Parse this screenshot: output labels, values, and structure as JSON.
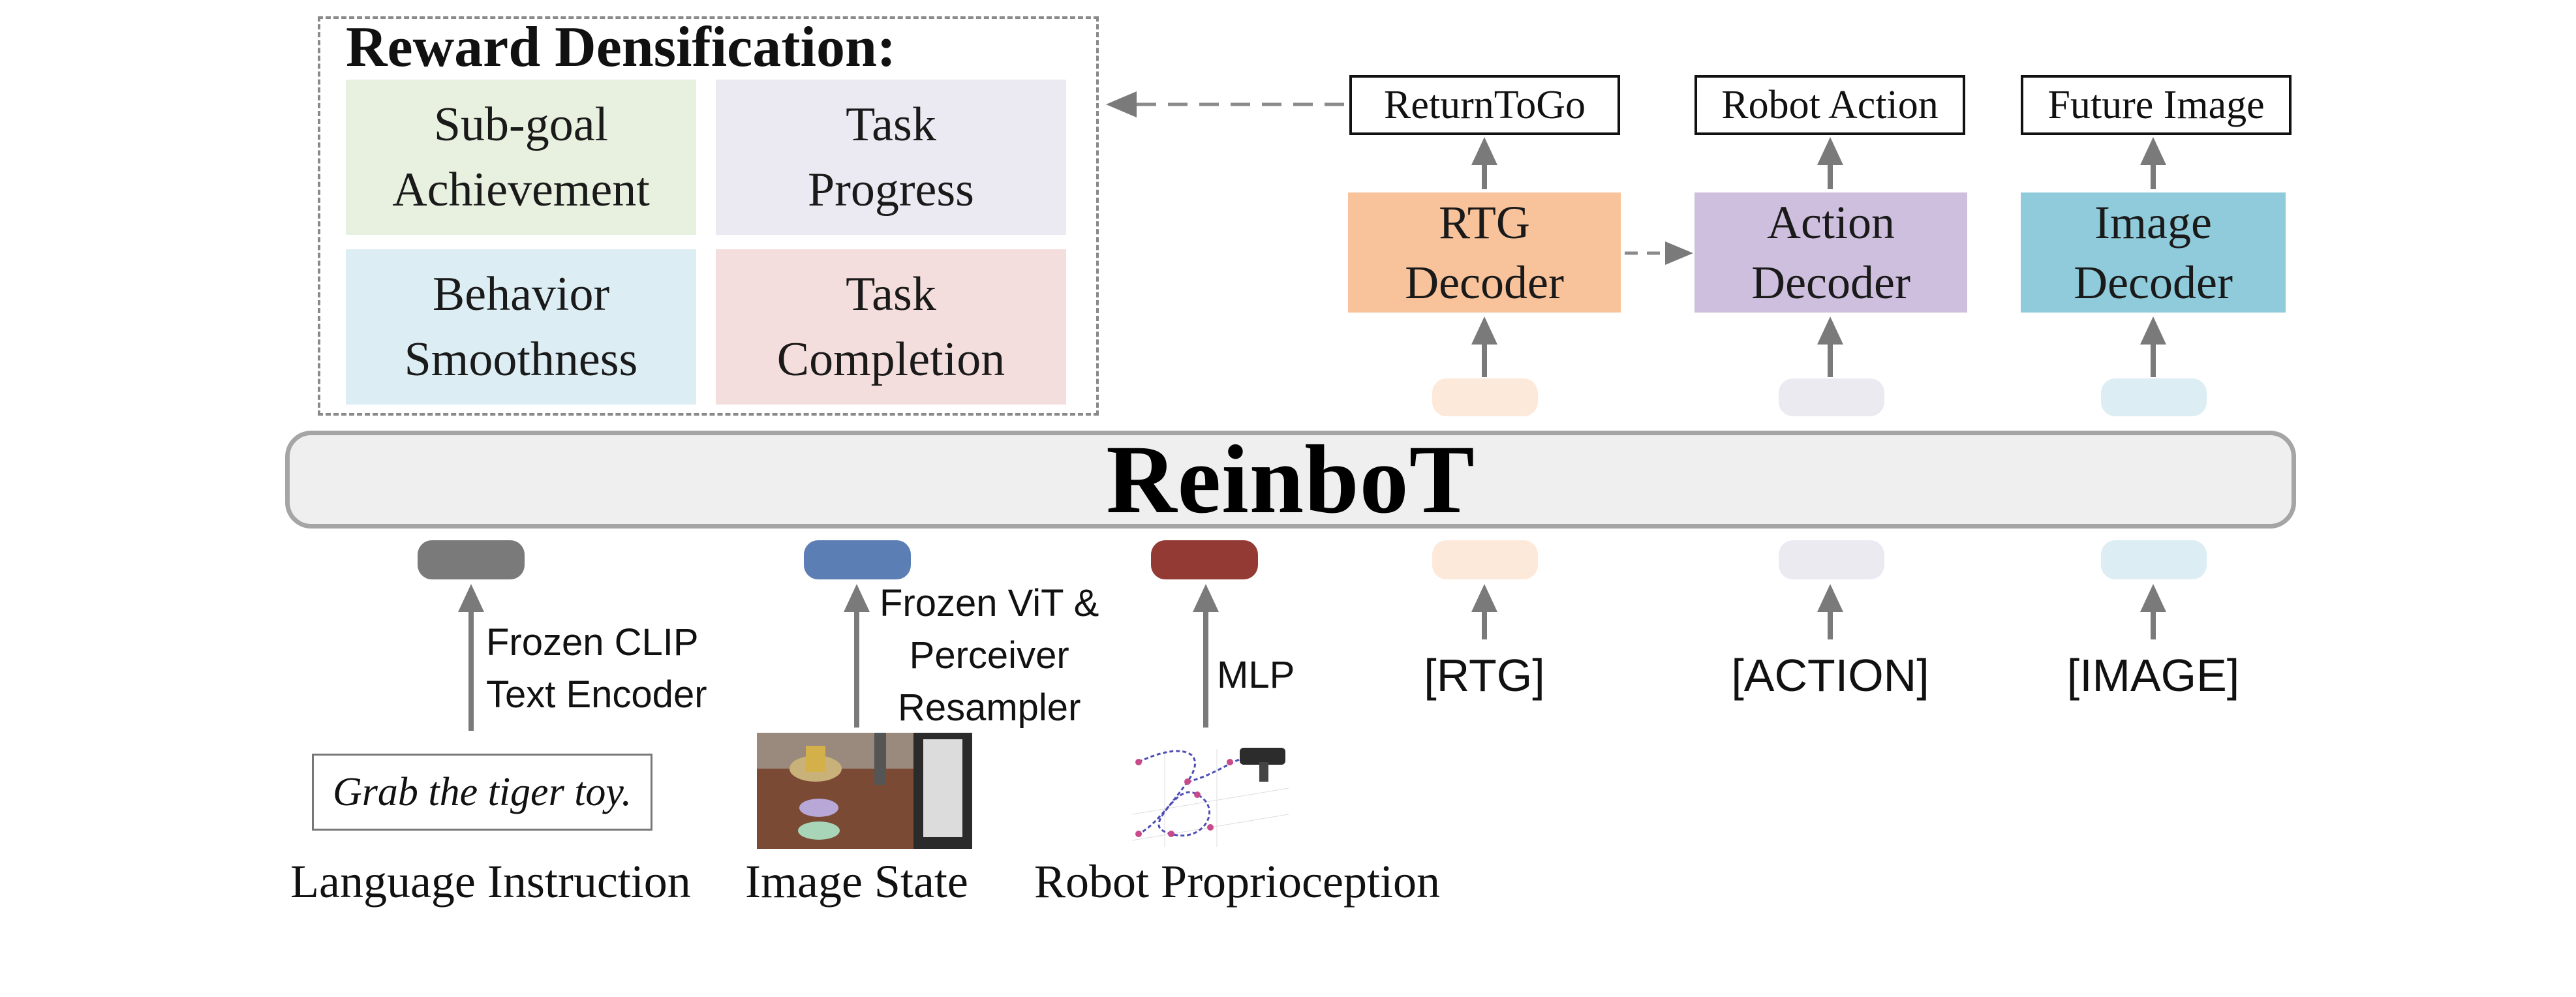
{
  "reward": {
    "title": "Reward Densification:",
    "cells": [
      {
        "label": "Sub-goal\nAchievement",
        "color": "#e8f0df"
      },
      {
        "label": "Task\nProgress",
        "color": "#ebe9f1"
      },
      {
        "label": "Behavior\nSmoothness",
        "color": "#dceef4"
      },
      {
        "label": "Task\nCompletion",
        "color": "#f4dedd"
      }
    ]
  },
  "decoders": [
    {
      "label": "RTG\nDecoder",
      "output": "ReturnToGo",
      "color": "#f8c29a",
      "token_color": "#fde9da"
    },
    {
      "label": "Action\nDecoder",
      "output": "Robot Action",
      "color": "#cdbfdd",
      "token_color": "#eceaf1"
    },
    {
      "label": "Image\nDecoder",
      "output": "Future Image",
      "color": "#8fcbdb",
      "token_color": "#dcedf3"
    }
  ],
  "model": {
    "title": "ReinboT",
    "bar_color": "#efefef",
    "border_color": "#a5a5a5"
  },
  "inputs": [
    {
      "token_color": "#7a7a7a",
      "encoder": "Frozen CLIP\nText Encoder",
      "caption": "Language Instruction",
      "instruction": "Grab the tiger toy."
    },
    {
      "token_color": "#5b7fb4",
      "encoder": "Frozen ViT &\nPerceiver\nResampler",
      "caption": "Image State",
      "image_icon": "robot-arm-table-scene"
    },
    {
      "token_color": "#923a33",
      "encoder": "MLP",
      "caption": "Robot Proprioception",
      "image_icon": "trajectory-plot"
    }
  ],
  "special_tokens": [
    {
      "label": "[RTG]",
      "color": "#fde9da"
    },
    {
      "label": "[ACTION]",
      "color": "#eceaf1"
    },
    {
      "label": "[IMAGE]",
      "color": "#dcedf3"
    }
  ],
  "colors": {
    "arrow": "#7a7a7a",
    "dashed": "#8a8a8a"
  }
}
